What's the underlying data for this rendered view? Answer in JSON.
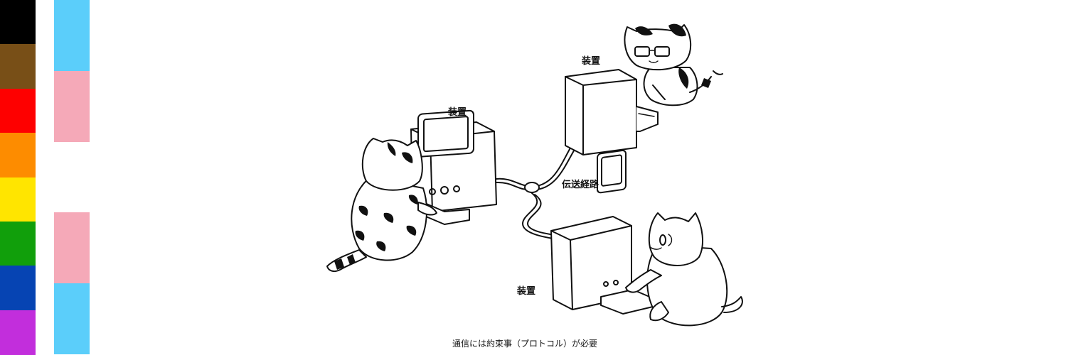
{
  "flag_stripes": {
    "left": [
      "#000000",
      "#784F17",
      "#FE0000",
      "#FD8C00",
      "#FFE500",
      "#119F0B",
      "#0644B3",
      "#C22EDC"
    ],
    "right": [
      "#5BCEFA",
      "#F5A9B8",
      "#FFFFFF",
      "#F5A9B8",
      "#5BCEFA"
    ]
  },
  "diagram": {
    "labels": {
      "device_top": "装置",
      "device_left": "装置",
      "device_bottom": "装置",
      "transmission_path": "伝送経路"
    },
    "caption": "通信には約束事（プロトコル）が必要",
    "icons": [
      "cat-tabby",
      "cat-glasses",
      "cat-white",
      "computer-terminal",
      "cable-connector"
    ]
  }
}
